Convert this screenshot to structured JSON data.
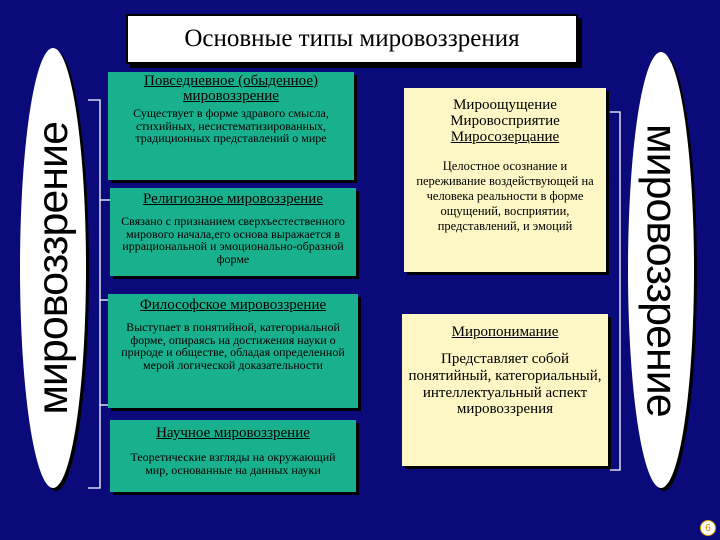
{
  "title": "Основные типы мировоззрения",
  "side_label": "мировоззрение",
  "types": [
    {
      "heading": "Повседневное (обыденное) мировоззрение",
      "text": "Существует в форме здравого смысла, стихийных, несистематизированных, традиционных представлений о мире"
    },
    {
      "heading": "Религиозное мировоззрение",
      "text": "Связано с признанием сверхъестественного мирового начала,его основа выражается в иррациональной и эмоционально-образной форме"
    },
    {
      "heading": "Философское мировоззрение",
      "text": "Выступает в понятийной, категориальной форме, опираясь на достижения науки о природе и обществе, обладая определенной мерой логической доказательности"
    },
    {
      "heading": "Научное мировоззрение",
      "text": "Теоретические взгляды на окружающий мир, основанные на данных науки"
    }
  ],
  "levels": [
    {
      "heading_lines": [
        "Мироощущение",
        "Мировосприятие",
        "Миросозерцание"
      ],
      "text": "Целостное осознание и переживание воздействующей на человека реальности в форме ощущений, восприятии, представлений, и эмоций"
    },
    {
      "heading": "Миропонимание",
      "text": "Представляет собой понятийный, категориальный, интеллектуальный аспект мировоззрения"
    }
  ],
  "slide_number": "6"
}
